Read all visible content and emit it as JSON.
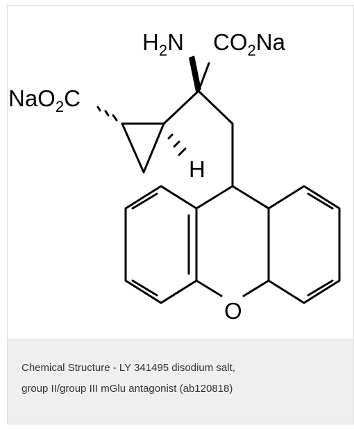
{
  "structure": {
    "labels": {
      "amine": {
        "main": "H",
        "sub": "2",
        "tail": "N"
      },
      "carboxylate_right": {
        "main": "CO",
        "sub": "2",
        "tail": "Na"
      },
      "carboxylate_left": {
        "main": "NaO",
        "sub": "2",
        "tail": "C"
      },
      "hydrogen": "H",
      "oxygen": "O"
    }
  },
  "caption": {
    "line1": "Chemical Structure - LY 341495 disodium salt,",
    "line2": "group II/group III mGlu antagonist (ab120818)"
  }
}
